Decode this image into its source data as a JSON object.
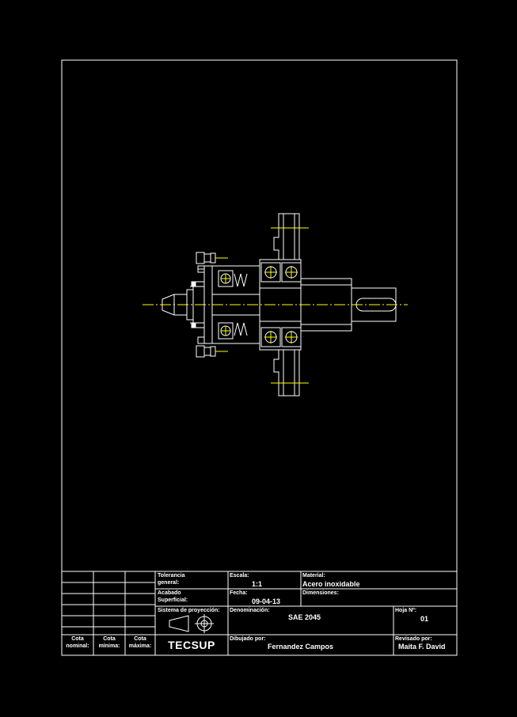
{
  "title_block": {
    "tolerancia_label_1": "Tolerancia",
    "tolerancia_label_2": "general:",
    "escala_label": "Escala:",
    "escala_value": "1:1",
    "material_label": "Material:",
    "material_value": "Acero inoxidable",
    "acabado_label_1": "Acabado",
    "acabado_label_2": "Superficial:",
    "fecha_label": "Fecha:",
    "fecha_value": "09-04-13",
    "dimensiones_label": "Dimensiones:",
    "sistema_label": "Sistema de proyección:",
    "denominacion_label": "Denominación:",
    "denominacion_value": "SAE 2045",
    "hoja_label": "Hoja Nº:",
    "hoja_value": "01",
    "cota_nominal_1": "Cota",
    "cota_nominal_2": "nominal:",
    "cota_minima_1": "Cota",
    "cota_minima_2": "mínima:",
    "cota_maxima_1": "Cota",
    "cota_maxima_2": "máxima:",
    "logo": "TECSUP",
    "dibujado_label": "Dibujado por:",
    "dibujado_value": "Fernandez Campos",
    "revisado_label": "Revisado por:",
    "revisado_value": "Maita F. David"
  },
  "colors": {
    "background": "#000000",
    "outline": "#ffffff",
    "centerline": "#ffff00"
  }
}
